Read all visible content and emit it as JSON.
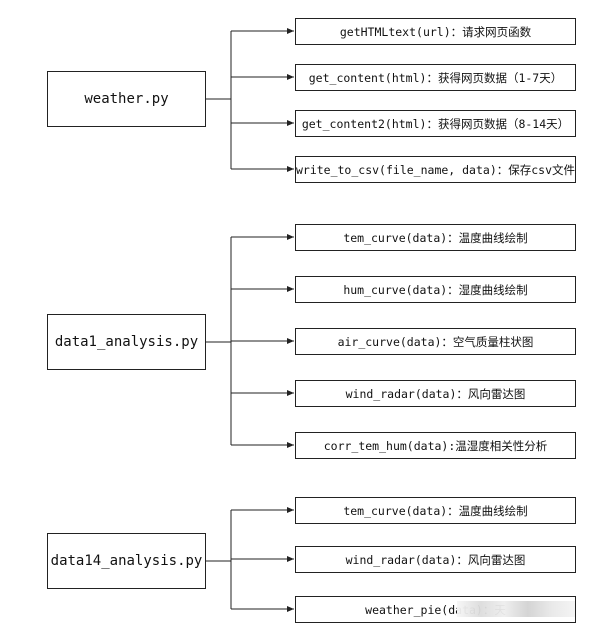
{
  "modules": [
    {
      "name": "weather.py",
      "functions": [
        "getHTMLtext(url)：请求网页函数",
        "get_content(html)：获得网页数据（1-7天）",
        "get_content2(html)：获得网页数据（8-14天）",
        "write_to_csv(file_name, data)：保存csv文件"
      ]
    },
    {
      "name": "data1_analysis.py",
      "functions": [
        "tem_curve(data)：温度曲线绘制",
        "hum_curve(data)：湿度曲线绘制",
        "air_curve(data)：空气质量柱状图",
        "wind_radar(data)：风向雷达图",
        "corr_tem_hum(data):温湿度相关性分析"
      ]
    },
    {
      "name": "data14_analysis.py",
      "functions": [
        "tem_curve(data)：温度曲线绘制",
        "wind_radar(data)：风向雷达图",
        "weather_pie(data)：天"
      ]
    }
  ],
  "colors": {
    "line": "#222222",
    "box_border": "#222222",
    "text": "#111111"
  }
}
